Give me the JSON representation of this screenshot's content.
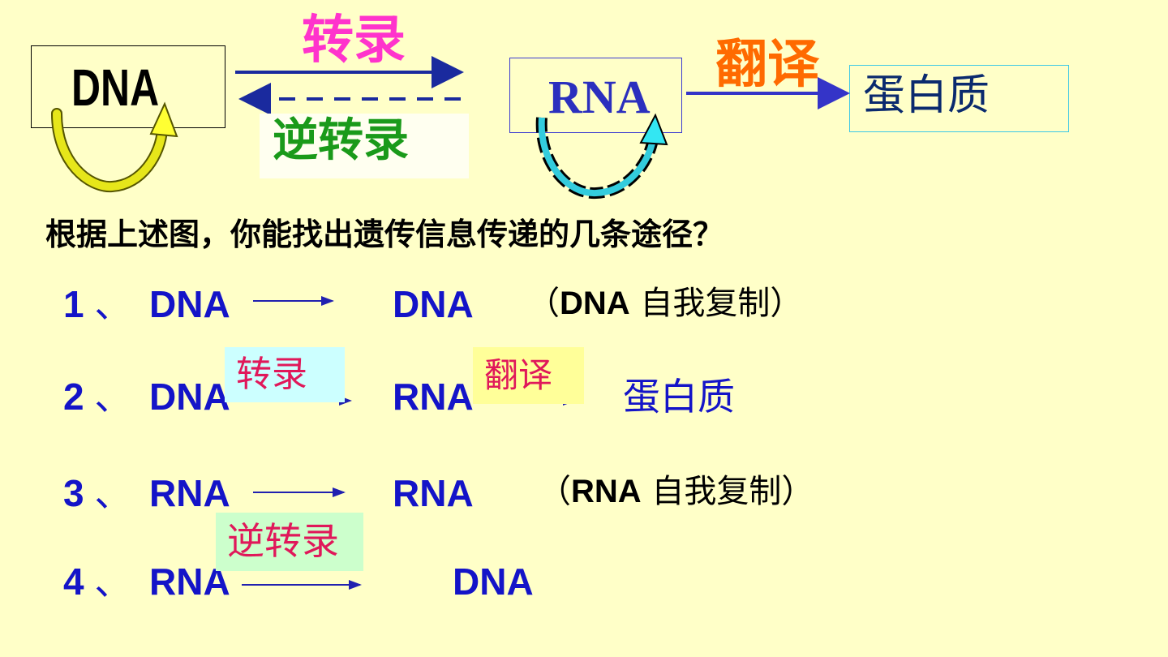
{
  "diagram": {
    "dna_label": "DNA",
    "rna_label": "RNA",
    "protein_label": "蛋白质",
    "transcription_label": "转录",
    "reverse_transcription_label": "逆转录",
    "translation_label": "翻译"
  },
  "question": "根据上述图，你能找出遗传信息传递的几条途径？",
  "rows": [
    {
      "num": "1",
      "sep": "、",
      "from": "DNA",
      "to": "DNA",
      "note_open": "（",
      "note_bold": "DNA",
      "note_rest": " 自我复制）"
    },
    {
      "num": "2",
      "sep": "、",
      "from": "DNA",
      "to": "RNA",
      "tag1": "转录",
      "tag2": "翻译",
      "end": "蛋白质"
    },
    {
      "num": "3",
      "sep": "、",
      "from": "RNA",
      "to": "RNA",
      "note_open": "（",
      "note_bold": "RNA",
      "note_rest": " 自我复制）"
    },
    {
      "num": "4",
      "sep": "、",
      "from": "RNA",
      "to": "DNA",
      "tag": "逆转录"
    }
  ],
  "colors": {
    "background": "#ffffc8",
    "row_text": "#1414c8",
    "transcription": "#ff33cc",
    "reverse_transcription": "#1a9a1a",
    "translation": "#ff6a00",
    "tag_text": "#e0185a"
  }
}
